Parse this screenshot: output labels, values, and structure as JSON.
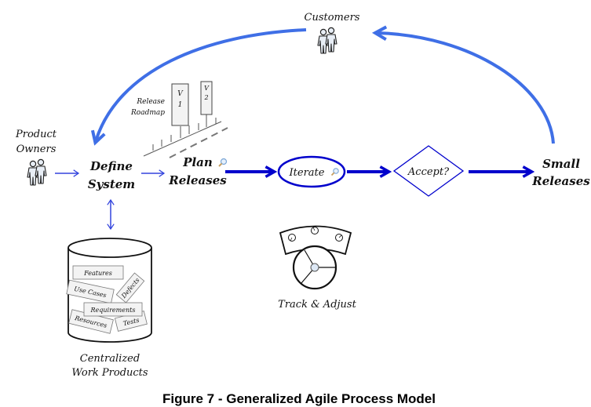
{
  "figure": {
    "caption": "Figure 7 - Generalized Agile Process Model"
  },
  "colors": {
    "loop_arrow": "#3f6fe6",
    "main_flow": "#0000cc",
    "thin_flow": "#3344dd",
    "ink": "#111111",
    "card_fill": "#f3f3f3",
    "hub_fill": "#dde8f5",
    "person_fill": "#e8eef6"
  },
  "actors": {
    "product_owners": {
      "line1": "Product",
      "line2": "Owners",
      "icon": "people-icon"
    },
    "customers": {
      "label": "Customers",
      "icon": "people-icon"
    }
  },
  "steps": {
    "define_system": {
      "line1": "Define",
      "line2": "System"
    },
    "plan_releases": {
      "line1": "Plan",
      "line2": "Releases",
      "icon": "magnifier-icon"
    },
    "iterate": {
      "label": "Iterate",
      "icon": "magnifier-icon"
    },
    "accept": {
      "label": "Accept?"
    },
    "small_releases": {
      "line1": "Small",
      "line2": "Releases"
    }
  },
  "roadmap": {
    "label_line1": "Release",
    "label_line2": "Roadmap",
    "versions": [
      {
        "letter": "V",
        "number": "1"
      },
      {
        "letter": "V",
        "number": "2"
      }
    ]
  },
  "repository": {
    "label_line1": "Centralized",
    "label_line2": "Work Products",
    "cards": [
      "Features",
      "Use Cases",
      "Defects",
      "Requirements",
      "Resources",
      "Tests"
    ]
  },
  "track": {
    "label": "Track & Adjust"
  }
}
